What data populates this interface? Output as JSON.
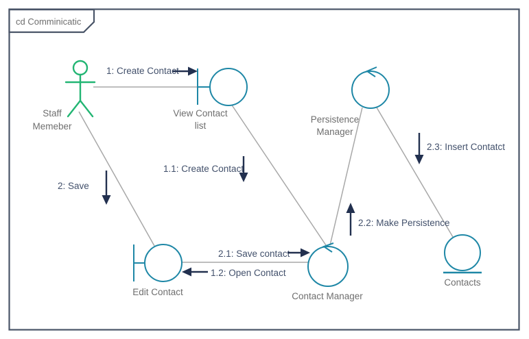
{
  "frame": {
    "title": "cd Comminicatic"
  },
  "colors": {
    "frame": "#4a5568",
    "teal": "#1e87a6",
    "actor_green": "#22b573",
    "connector": "#a8a8a8",
    "arrow": "#22304f",
    "message_text": "#42506b",
    "label_text": "#6e6e6e",
    "background": "#ffffff"
  },
  "nodes": {
    "staff_member": {
      "type": "actor",
      "label_line1": "Staff",
      "label_line2": "Memeber"
    },
    "view_contact_list": {
      "type": "boundary",
      "label_line1": "View Contact",
      "label_line2": "list"
    },
    "persistence_manager": {
      "type": "control",
      "label_line1": "Persistence",
      "label_line2": "Manager"
    },
    "edit_contact": {
      "type": "boundary",
      "label": "Edit Contact"
    },
    "contact_manager": {
      "type": "control",
      "label": "Contact Manager"
    },
    "contacts": {
      "type": "entity",
      "label": "Contacts"
    }
  },
  "messages": {
    "create_contact": {
      "label": "1: Create Contact",
      "direction": "right"
    },
    "create_contact_2": {
      "label": "1.1: Create Contact",
      "direction": "down"
    },
    "open_contact": {
      "label": "1.2: Open Contact",
      "direction": "left"
    },
    "save": {
      "label": "2: Save",
      "direction": "down"
    },
    "save_contact": {
      "label": "2.1: Save contact",
      "direction": "right"
    },
    "make_persistence": {
      "label": "2.2: Make Persistence",
      "direction": "up"
    },
    "insert_contact": {
      "label": "2.3: Insert Contatct",
      "direction": "down"
    }
  }
}
